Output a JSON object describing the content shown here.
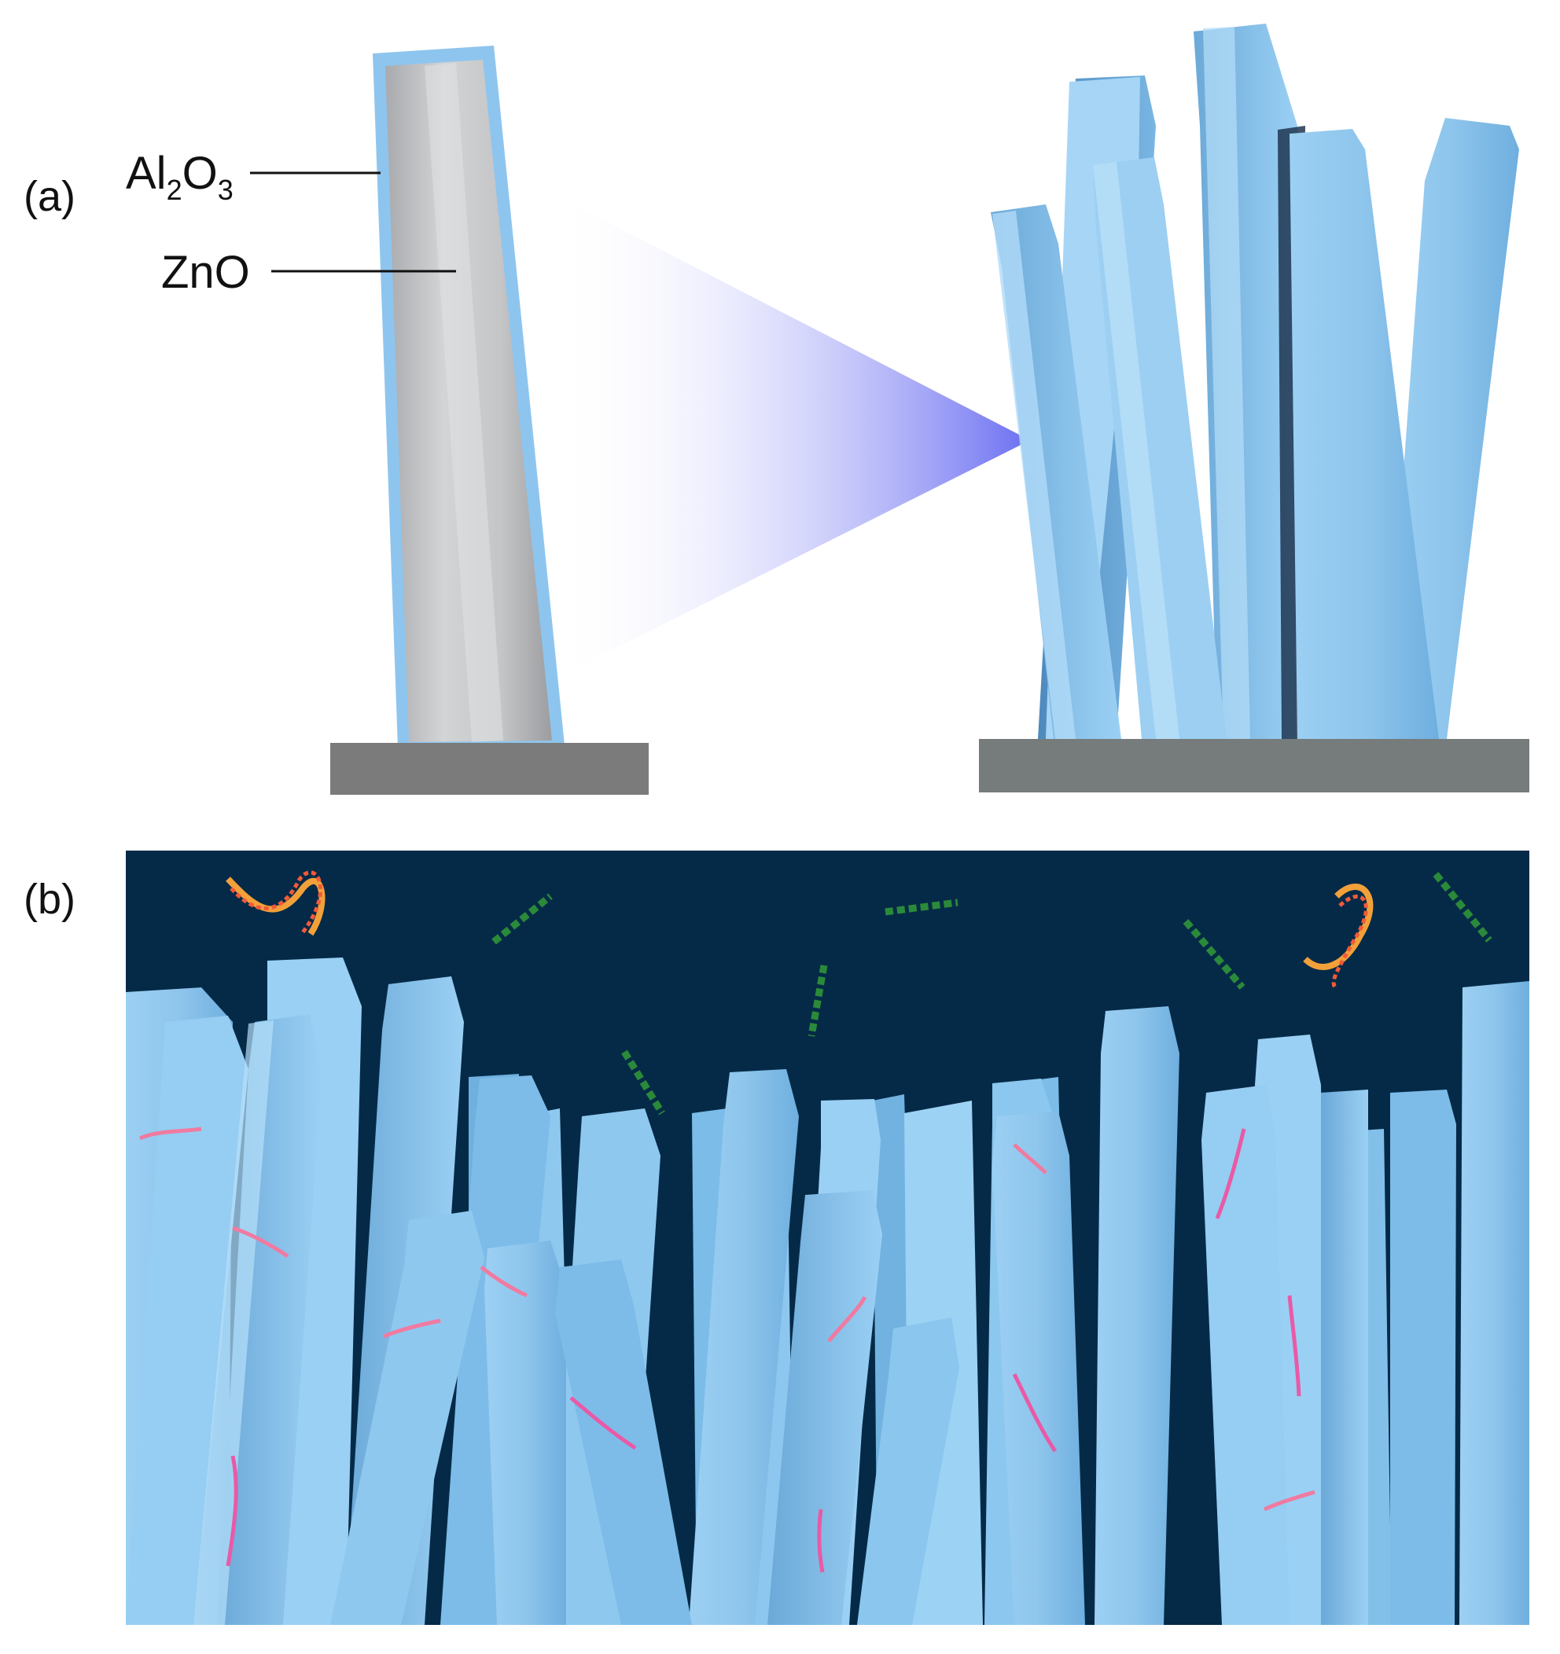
{
  "panel_a": {
    "label": "(a)",
    "coating": {
      "base": "Al",
      "sub1": "2",
      "mid": "O",
      "sub2": "3"
    },
    "core_label": "ZnO"
  },
  "panel_b": {
    "label": "(b)"
  },
  "colors": {
    "rod_blue": "#8fcaf2",
    "rod_dark": "#5fa3d6",
    "core_gray": "#c9cacc",
    "substrate_gray": "#7b7b7b",
    "beam_blue": "#5a5ef0",
    "solution_navy": "#052a47",
    "dna_orange": "#f2a03a",
    "dna_red": "#f05a3a",
    "dna_green": "#2a8a3a",
    "probe_pink": "#f07aa0"
  },
  "icons": {
    "free_dna": "double-helix-icon",
    "bound_probe": "single-strand-probe-icon"
  }
}
